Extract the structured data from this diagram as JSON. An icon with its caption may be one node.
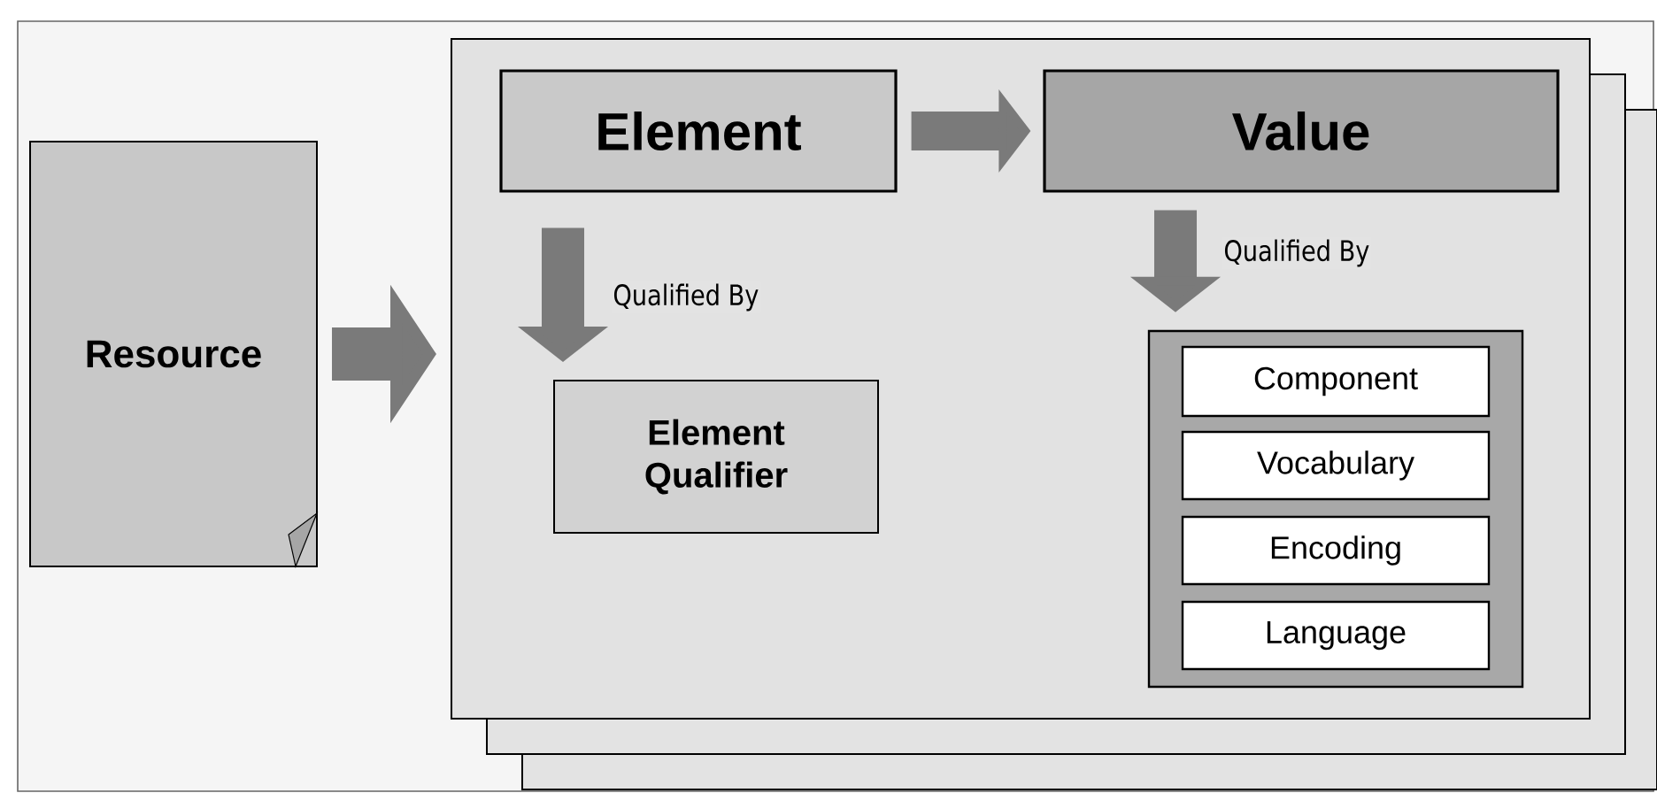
{
  "diagram": {
    "nodes": [
      {
        "text": [
          "Resource"
        ]
      },
      {
        "text": [],
        "shape": "box"
      },
      {
        "text": [
          "Element"
        ],
        "in": 1
      },
      {
        "text": [
          "Value"
        ],
        "in": 1
      },
      {
        "text": [
          "Element Qualifier"
        ],
        "in": 1
      },
      {
        "text": [],
        "shape": "box",
        "in": 1
      },
      {
        "text": [
          "Component"
        ],
        "in": 5
      },
      {
        "text": [
          "Vocabulary"
        ],
        "in": 5
      },
      {
        "text": [
          "Encoding"
        ],
        "in": 5
      },
      {
        "text": [
          "Language"
        ],
        "in": 5
      }
    ],
    "edges": [
      {
        "from": 0,
        "to": 1,
        "arrow": "to"
      },
      {
        "from": 2,
        "to": 3,
        "arrow": "to"
      },
      {
        "from": 2,
        "to": 4,
        "arrow": "to",
        "label": "Qualified By"
      },
      {
        "from": 3,
        "to": 5,
        "arrow": "to",
        "label": "Qualified By"
      }
    ]
  }
}
